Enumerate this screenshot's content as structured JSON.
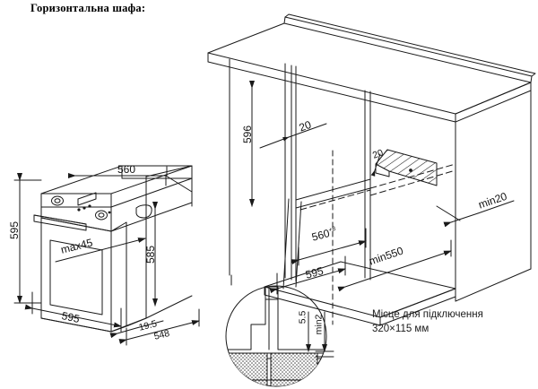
{
  "page": {
    "title": "Горизонтальна шафа:",
    "background_color": "#ffffff",
    "line_color": "#1a1a1a"
  },
  "oven_view": {
    "name": "built-in-oven-isometric",
    "dimensions": {
      "height_front": "595",
      "width_top": "560",
      "door_open_angle": "max45",
      "height_side": "585",
      "width_bottom": "595",
      "depth_offset": "19.5",
      "depth_body": "548"
    }
  },
  "cabinet_view": {
    "name": "cabinet-cutout-isometric",
    "dimensions": {
      "niche_height": "596",
      "panel_thickness_left": "20",
      "panel_thickness_top": "20",
      "niche_width": "560",
      "niche_width_tolerance": "+8",
      "cabinet_width": "595",
      "niche_depth": "min550",
      "rear_gap": "min20"
    }
  },
  "detail_circle": {
    "name": "plinth-detail",
    "dimensions": {
      "plinth_height": "5.5",
      "floor_gap": "min2"
    }
  },
  "connection_note": {
    "line1": "Місце для підключення",
    "line2": "320×115 мм"
  }
}
